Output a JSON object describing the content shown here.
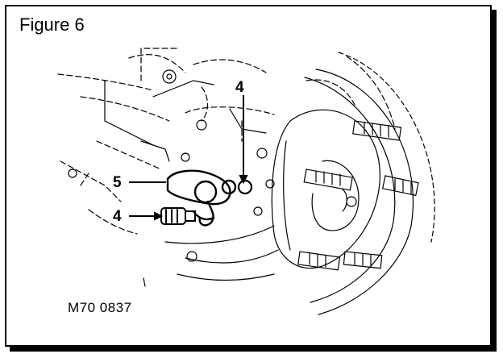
{
  "figure": {
    "title": "Figure 6",
    "drawing_code": "M70 0837"
  },
  "callouts": [
    {
      "id": "c1",
      "label": "4"
    },
    {
      "id": "c2",
      "label": "5"
    },
    {
      "id": "c3",
      "label": "4"
    }
  ],
  "colors": {
    "line": "#000000",
    "background": "#ffffff"
  }
}
